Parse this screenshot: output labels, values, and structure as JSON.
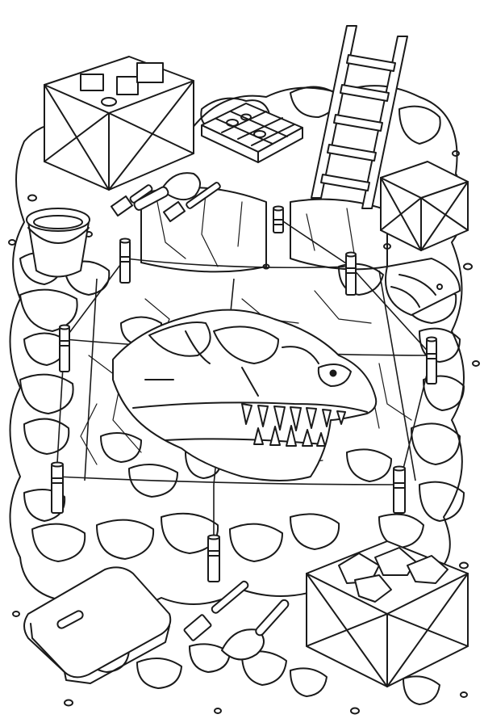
{
  "colors": {
    "ink": "#1a1a1a",
    "paper": "#ffffff"
  },
  "scene": {
    "subject": "dinosaur-dig-site-coloring-page",
    "items": [
      "supply-crate-top-left",
      "fossil-specimen-tray",
      "wooden-ladder",
      "small-crate-right",
      "water-bucket",
      "trowel-top",
      "brush-top-left",
      "brush-top-right",
      "folded-notebook",
      "grid-stakes",
      "dig-grid-strings",
      "trex-skull-fossil",
      "kneeling-pad",
      "brush-bottom",
      "trowel-bottom",
      "rock-crate-bottom-right"
    ]
  }
}
